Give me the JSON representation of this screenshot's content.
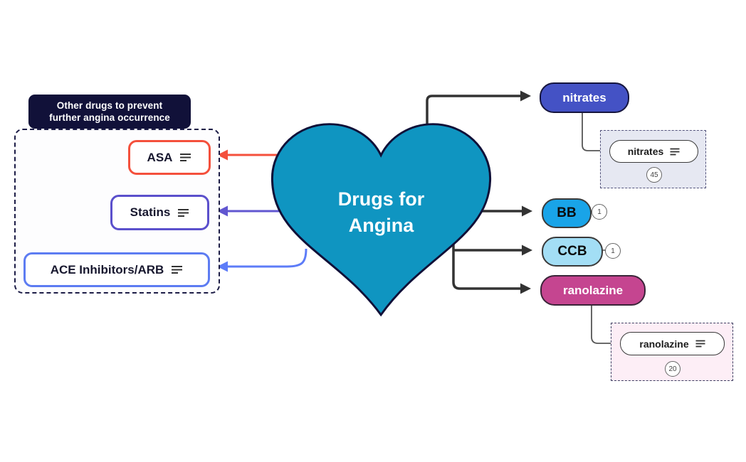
{
  "diagram": {
    "center": {
      "line1": "Drugs for",
      "line2": "Angina"
    },
    "left_group": {
      "header_line1": "Other drugs to prevent",
      "header_line2": "further angina occurrence",
      "items": [
        {
          "label": "ASA",
          "border_color": "#f4503c"
        },
        {
          "label": "Statins",
          "border_color": "#5b50cc"
        },
        {
          "label": "ACE Inhibitors/ARB",
          "border_color": "#5d7cf2"
        }
      ]
    },
    "branches": [
      {
        "label": "nitrates",
        "fill": "#4452c5",
        "text_color": "#ffffff"
      },
      {
        "label": "BB",
        "fill": "#19a4e8",
        "text_color": "#0b0b0b",
        "badge": "1"
      },
      {
        "label": "CCB",
        "fill": "#a3def5",
        "text_color": "#0b0b0b",
        "badge": "1"
      },
      {
        "label": "ranolazine",
        "fill": "#c54590",
        "text_color": "#ffffff"
      }
    ],
    "attachments": [
      {
        "label": "nitrates",
        "count": "45",
        "panel_bg": "#e6e8f2"
      },
      {
        "label": "ranolazine",
        "count": "20",
        "panel_bg": "#fdeef6"
      }
    ],
    "colors": {
      "heart_fill": "#0f95c1",
      "heart_border": "#101038",
      "header_bg": "#111139",
      "arrow_red": "#f4503c",
      "arrow_purple": "#6156d0",
      "arrow_blue": "#5d7cf8",
      "arrow_dark": "#333333",
      "connector_gray": "#555555"
    }
  }
}
